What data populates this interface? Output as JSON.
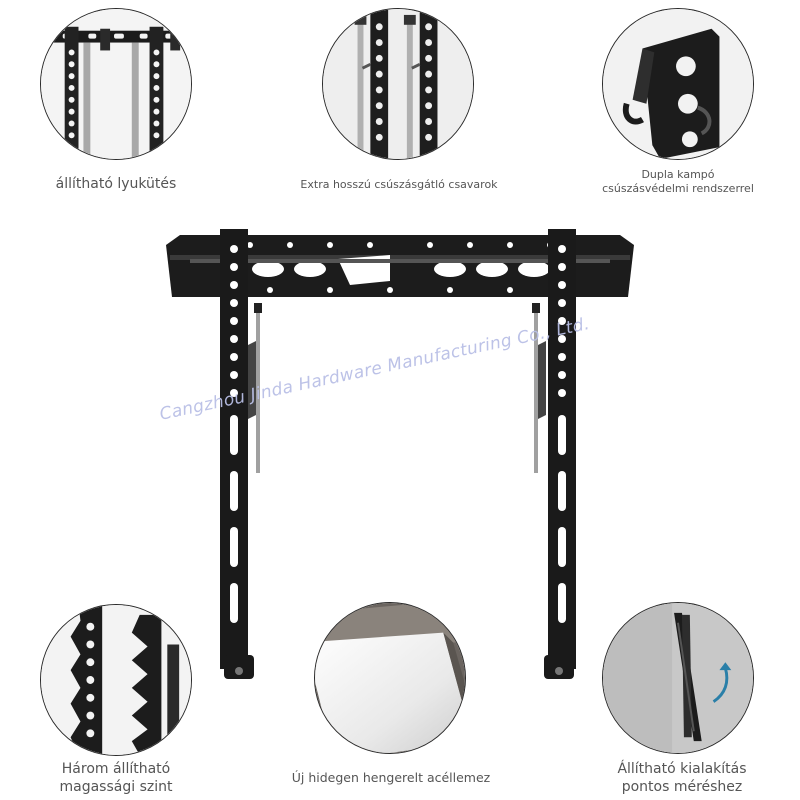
{
  "features": {
    "top_left": {
      "label": "állítható lyukütés",
      "icon": "perforated-rails-icon"
    },
    "top_center": {
      "label": "Extra hosszú csúszásgátló csavarok",
      "icon": "anti-slip-screws-icon"
    },
    "top_right": {
      "line1": "Dupla kampó",
      "line2": "csúszásvédelmi rendszerrel",
      "icon": "double-hook-icon"
    },
    "bottom_left": {
      "line1": "Három állítható",
      "line2": "magassági szint",
      "icon": "height-levels-icon"
    },
    "bottom_center": {
      "label": "Új hidegen hengerelt acéllemez",
      "icon": "steel-sheet-icon"
    },
    "bottom_right": {
      "line1": "Állítható kialakítás",
      "line2": "pontos méréshez",
      "icon": "tilt-adjust-icon"
    }
  },
  "watermark": "Cangzhou Jinda Hardware Manufacturing Co., Ltd.",
  "colors": {
    "metal": "#1c1c1c",
    "steel": "#9a9a9a",
    "watermark": "#b9bfe6"
  }
}
